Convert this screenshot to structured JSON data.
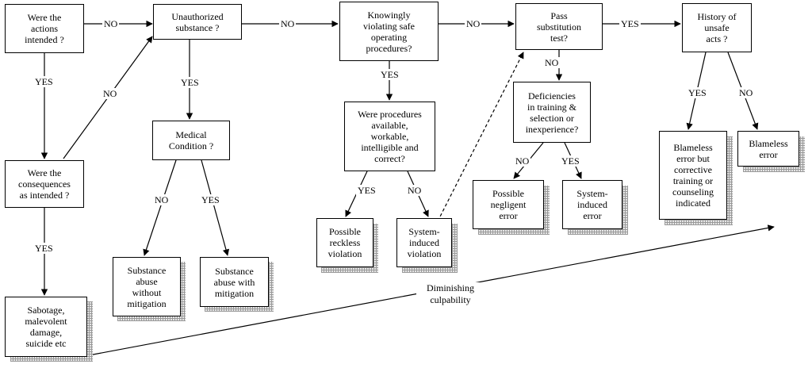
{
  "boxes": {
    "q_actions_intended": "Were the\nactions\nintended ?",
    "q_unauthorized_substance": "Unauthorized\nsubstance ?",
    "q_knowingly_violating": "Knowingly\nviolating safe\noperating\nprocedures?",
    "q_pass_substitution": "Pass\nsubstitution\ntest?",
    "q_history_unsafe": "History of\nunsafe\nacts ?",
    "q_consequences_intended": "Were the\nconsequences\nas intended ?",
    "q_medical_condition": "Medical\nCondition ?",
    "q_procedures_available": "Were procedures\navailable,\nworkable,\nintelligible and\ncorrect?",
    "q_deficiencies_training": "Deficiencies\nin training &\nselection or\ninexperience?",
    "o_sabotage": "Sabotage,\nmalevolent\ndamage,\nsuicide etc",
    "o_substance_without": "Substance\nabuse\nwithout\nmitigation",
    "o_substance_with": "Substance\nabuse with\nmitigation",
    "o_reckless_violation": "Possible\nreckless\nviolation",
    "o_system_violation": "System-\ninduced\nviolation",
    "o_negligent_error": "Possible\nnegligent\nerror",
    "o_system_error": "System-\ninduced\nerror",
    "o_blameless_corrective": "Blameless\nerror but\ncorrective\ntraining or\ncounseling\nindicated",
    "o_blameless_error": "Blameless\nerror"
  },
  "labels": {
    "no_actions_to_substance": "NO",
    "no_substance_to_violating": "NO",
    "no_violating_to_substitution": "NO",
    "yes_substitution_to_history": "YES",
    "yes_actions_to_consequences": "YES",
    "no_consequences_to_substance": "NO",
    "yes_substance_to_medical": "YES",
    "yes_violating_to_procedures": "YES",
    "no_substitution_to_deficiencies": "NO",
    "yes_history_to_corrective": "YES",
    "no_history_to_blameless": "NO",
    "no_medical_to_without": "NO",
    "yes_medical_to_with": "YES",
    "yes_procedures_to_reckless": "YES",
    "no_procedures_to_system": "NO",
    "no_deficiencies_to_negligent": "NO",
    "yes_deficiencies_to_system": "YES",
    "yes_consequences_to_sabotage": "YES"
  },
  "annotation": "Diminishing\nculpability"
}
